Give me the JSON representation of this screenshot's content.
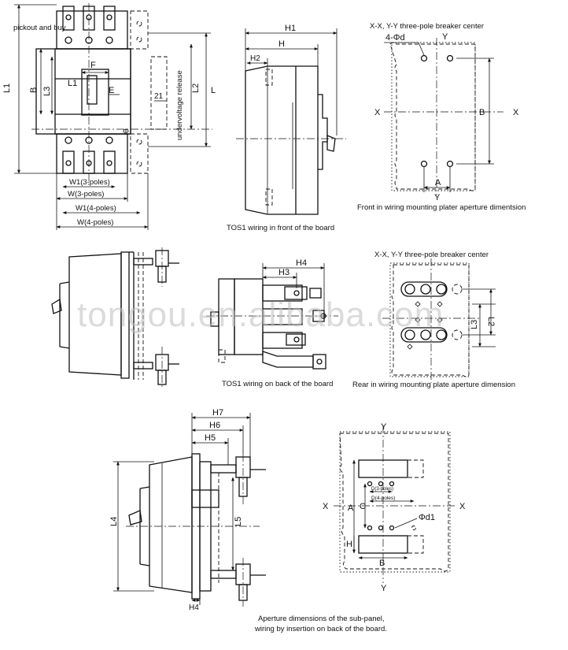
{
  "watermark": "tongou.en.alibaba.com",
  "icons": [
    "screw-terminal-icon",
    "bolt-icon",
    "handle-icon"
  ],
  "view1": {
    "pickout_label": "pickout and buy",
    "undervoltage_label": "undervoltage release",
    "dims": {
      "L1": "L1",
      "B": "B",
      "L3": "L3",
      "F": "F",
      "L1_inner": "L1",
      "E": "E",
      "d21": "21",
      "L2": "L2",
      "L": "L",
      "phi": "Φ",
      "W1_3": "W1(3-poles)",
      "W_3": "W(3-poles)",
      "W1_4": "W1(4-poles)",
      "W_4": "W(4-poles)"
    }
  },
  "view2": {
    "caption": "TOS1 wiring in front of the board",
    "dims": {
      "H1": "H1",
      "H": "H",
      "H2": "H2"
    }
  },
  "view3": {
    "title": "X-X, Y-Y three-pole breaker center",
    "hole_label": "4-Φd",
    "caption": "Front in wiring mounting plater aperture dimentsion",
    "axes": {
      "y_top": "Y",
      "y_bottom": "Y",
      "x_left": "X",
      "x_right": "X"
    },
    "dims": {
      "B": "B",
      "A": "A"
    }
  },
  "view4": {
    "caption": "TOS1 wiring on back of the board",
    "dims": {
      "H4": "H4",
      "H3": "H3"
    }
  },
  "view5": {
    "title": "X-X, Y-Y three-pole breaker center",
    "caption": "Rear in wiring mounting plate aperture dimension",
    "dims": {
      "L3": "L3",
      "L2": "L2"
    }
  },
  "view6": {
    "dims": {
      "H7": "H7",
      "H6": "H6",
      "H5": "H5",
      "L4": "L4",
      "L5": "L5",
      "H4": "H4"
    }
  },
  "view7": {
    "caption_line1": "Aperture dimensions of the sub-panel,",
    "caption_line2": "wiring by insertion on back of the board.",
    "axes": {
      "y_top": "Y",
      "y_bottom": "Y",
      "x_left": "X",
      "x_right": "X"
    },
    "dims": {
      "A": "A",
      "C": "C",
      "H": "H",
      "B": "B",
      "phi_d1": "Φd1",
      "D3": "D(3-poles)",
      "D4": "D(4-poles)"
    }
  }
}
